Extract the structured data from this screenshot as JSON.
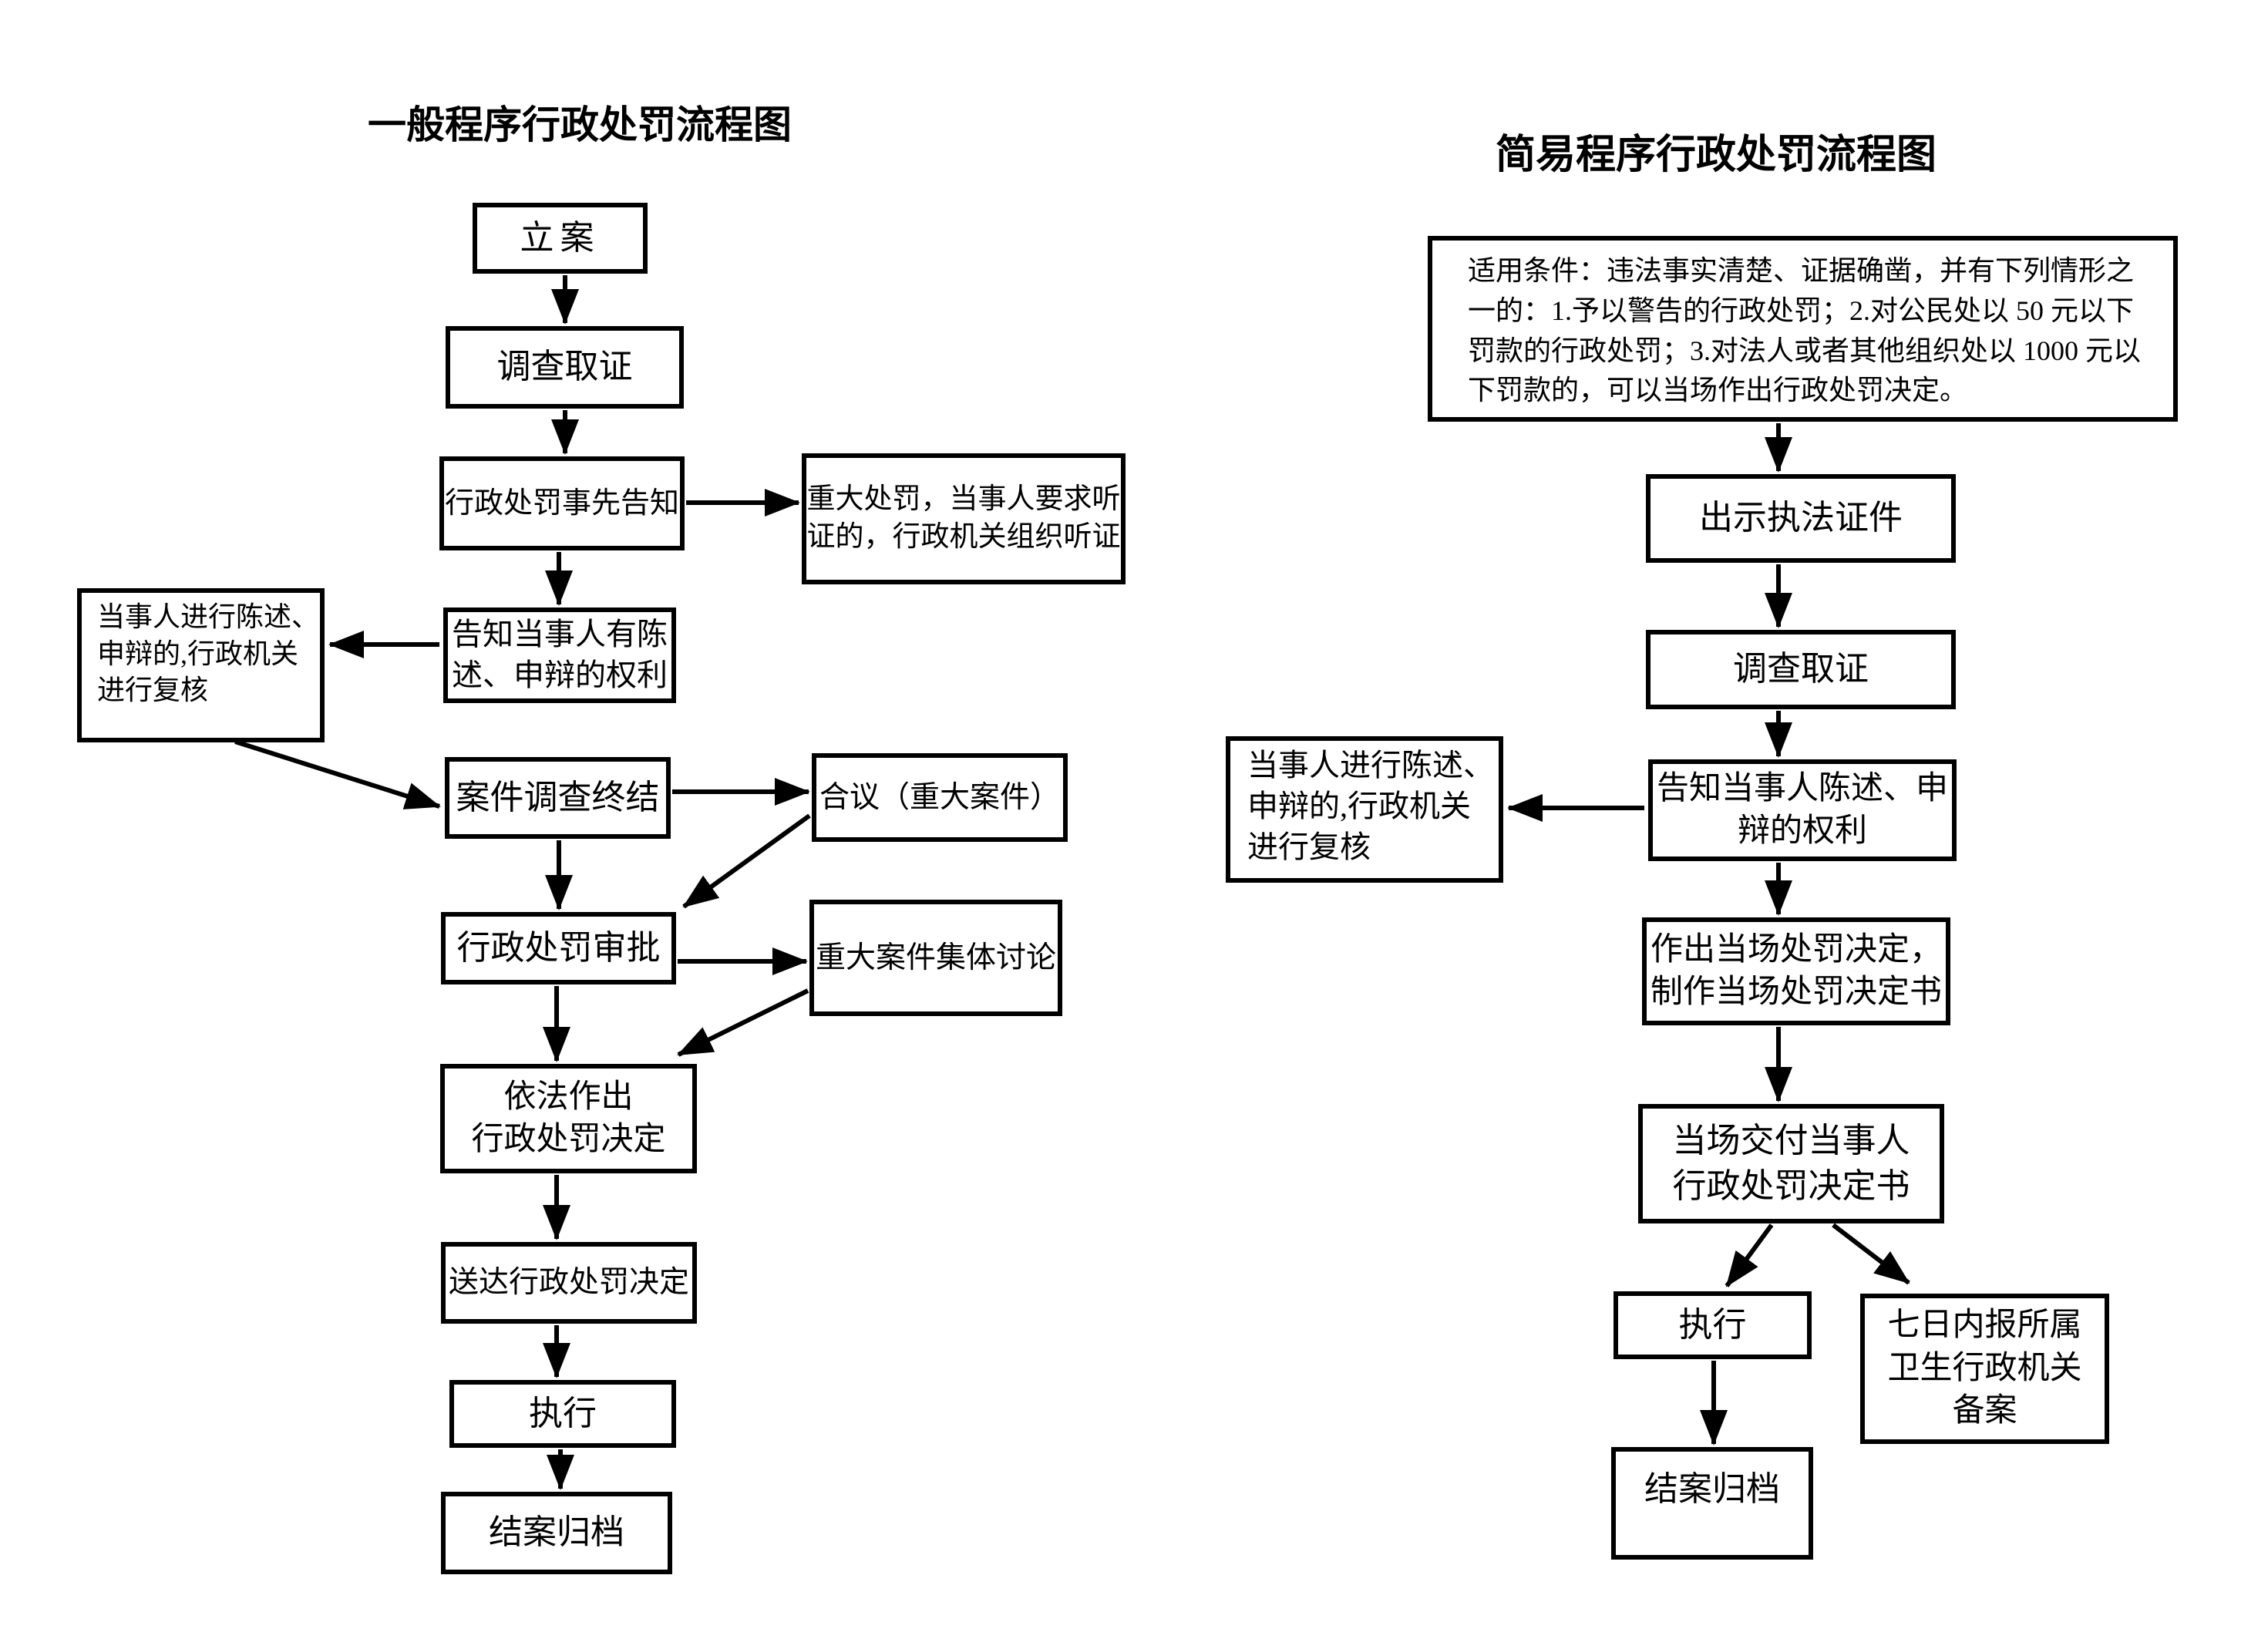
{
  "left_chart": {
    "title": "一般程序行政处罚流程图",
    "nodes": {
      "filing": "立案",
      "investigation": "调查取证",
      "prior_notice": "行政处罚事先告知",
      "hearing": "重大处罚，当事人要求听\n证的，行政机关组织听证",
      "inform_rights": "告知当事人有陈\n述、申辩的权利",
      "review": "当事人进行陈述、\n申辩的,行政机关\n进行复核",
      "investigation_end": "案件调查终结",
      "deliberation": "合议（重大案件）",
      "approval": "行政处罚审批",
      "group_discussion": "重大案件集体讨论",
      "decision": "依法作出\n行政处罚决定",
      "delivery": "送达行政处罚决定",
      "execution": "执行",
      "closing": "结案归档"
    }
  },
  "right_chart": {
    "title": "简易程序行政处罚流程图",
    "nodes": {
      "conditions": "适用条件：违法事实清楚、证据确凿，并有下列情形之\n一的：1.予以警告的行政处罚；2.对公民处以 50 元以下\n罚款的行政处罚；3.对法人或者其他组织处以 1000 元以\n下罚款的，可以当场作出行政处罚决定。",
      "show_credentials": "出示执法证件",
      "investigation": "调查取证",
      "inform_rights": "告知当事人陈述、申\n辩的权利",
      "review": "当事人进行陈述、\n申辩的,行政机关\n进行复核",
      "onsite_decision": "作出当场处罚决定，\n制作当场处罚决定书",
      "deliver_decision": "当场交付当事人\n行政处罚决定书",
      "execution": "执行",
      "report_record": "七日内报所属\n卫生行政机关\n备案",
      "closing": "结案归档"
    }
  },
  "colors": {
    "background": "#ffffff",
    "line": "#000000",
    "box_border": "#000000",
    "text": "#000000"
  }
}
